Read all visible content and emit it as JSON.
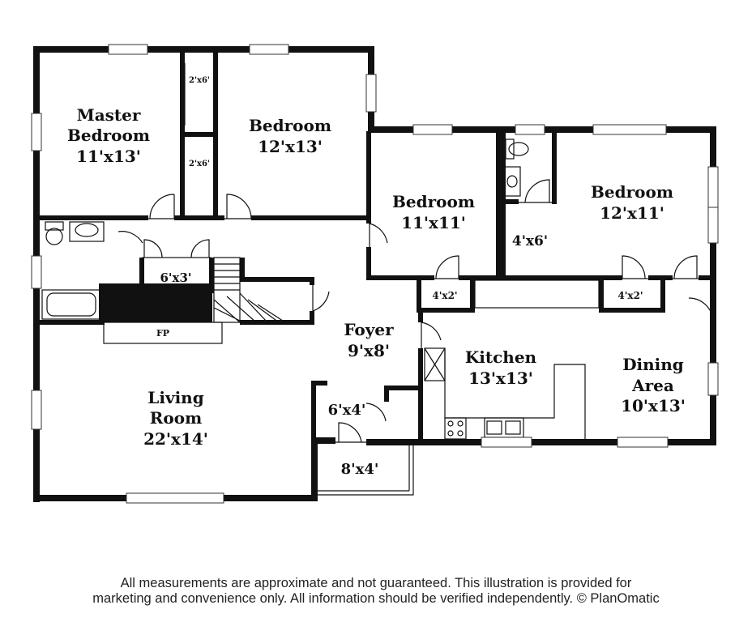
{
  "rooms": {
    "master_bedroom": {
      "name_line1": "Master",
      "name_line2": "Bedroom",
      "size": "11'x13'"
    },
    "bedroom_2": {
      "name": "Bedroom",
      "size": "12'x13'"
    },
    "bedroom_3": {
      "name": "Bedroom",
      "size": "11'x11'"
    },
    "bedroom_4": {
      "name": "Bedroom",
      "size": "12'x11'"
    },
    "foyer": {
      "name": "Foyer",
      "size": "9'x8'"
    },
    "kitchen": {
      "name": "Kitchen",
      "size": "13'x13'"
    },
    "dining": {
      "name_line1": "Dining",
      "name_line2": "Area",
      "size": "10'x13'"
    },
    "living": {
      "name_line1": "Living",
      "name_line2": "Room",
      "size": "22'x14'"
    }
  },
  "small_labels": {
    "closet_top": "2'x6'",
    "closet_bottom": "2'x6'",
    "hall_closet": "6'x3'",
    "fireplace": "FP",
    "bath": "4'x6'",
    "closet_b3": "4'x2'",
    "closet_b4": "4'x2'",
    "vestibule": "6'x4'",
    "porch": "8'x4'"
  },
  "disclaimer": {
    "line1": "All measurements are approximate and not guaranteed. This illustration is provided for",
    "line2": "marketing and convenience only. All information should be verified independently. © PlanOmatic"
  }
}
